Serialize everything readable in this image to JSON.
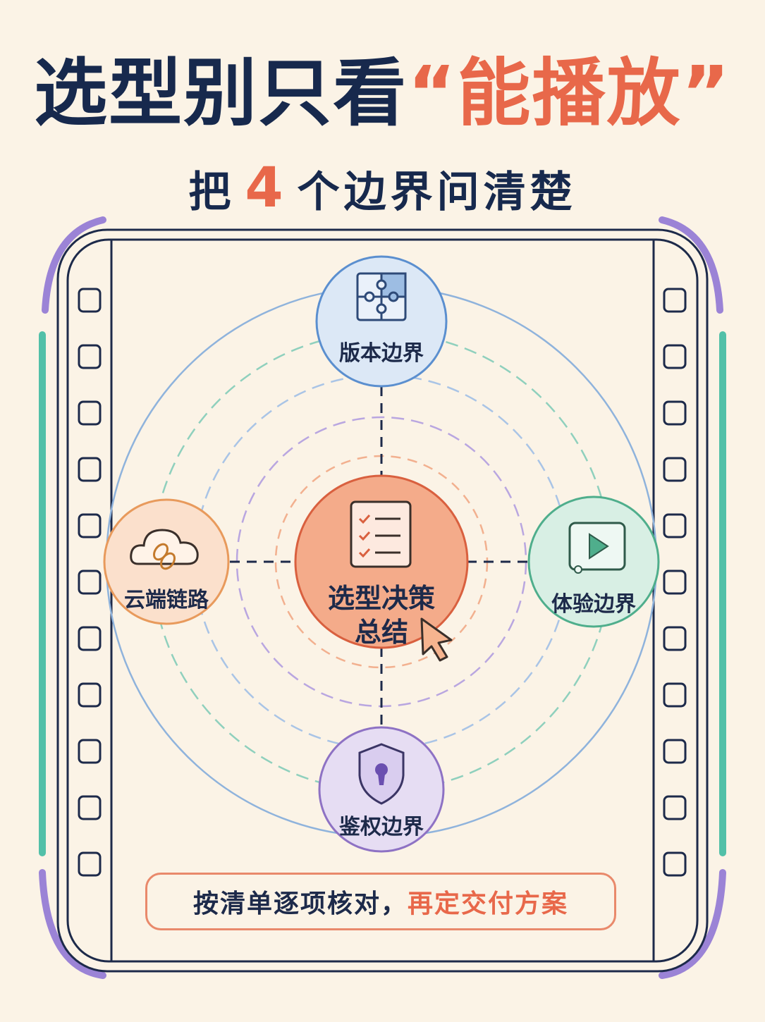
{
  "title": {
    "prefix": "选型别只看",
    "highlight": "“能播放”"
  },
  "subtitle": {
    "before": "把",
    "number": "4",
    "after": "个边界问清楚"
  },
  "nodes": {
    "top": {
      "label": "版本边界",
      "icon": "puzzle-icon",
      "color": "#5b8fcf"
    },
    "left": {
      "label": "云端链路",
      "icon": "cloud-link-icon",
      "color": "#e89a5c"
    },
    "right": {
      "label": "体验边界",
      "icon": "play-icon",
      "color": "#4fae8c"
    },
    "bottom": {
      "label": "鉴权边界",
      "icon": "shield-lock-icon",
      "color": "#8e72c4"
    },
    "center": {
      "label_line1": "选型决策",
      "label_line2": "总结",
      "icon": "checklist-icon",
      "color": "#e0683f"
    }
  },
  "footer": {
    "part1": "按清单逐项核对，",
    "part2": "再定交付方案"
  },
  "colors": {
    "background": "#fbf3e6",
    "navy": "#17294d",
    "accent": "#e8684a"
  }
}
